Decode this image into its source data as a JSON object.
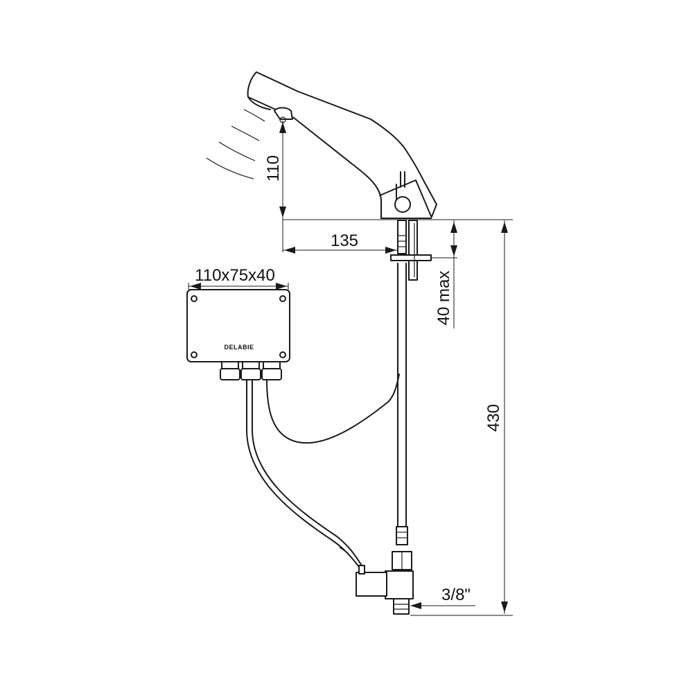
{
  "dimensions": {
    "sensor_height": "110",
    "reach": "135",
    "deck_thickness": "40 max",
    "total_height": "430",
    "box_size": "110x75x40",
    "connection": "3/8\""
  },
  "control_box": {
    "brand": "DELABIE"
  },
  "colors": {
    "line": "#1a1a1a",
    "background": "#ffffff"
  }
}
